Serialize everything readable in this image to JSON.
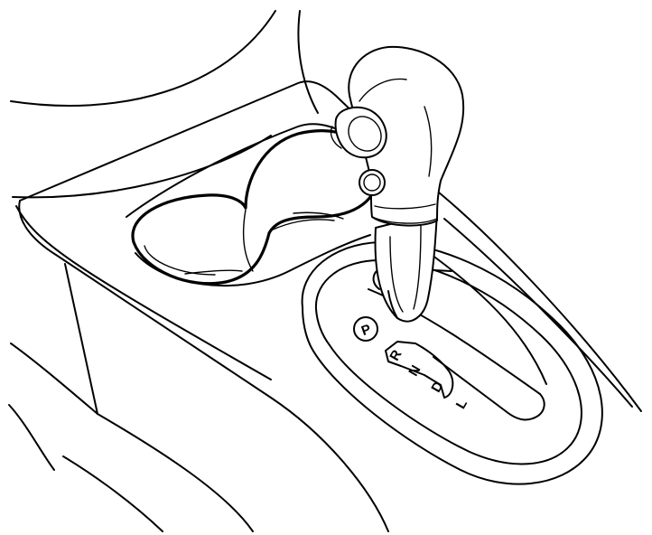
{
  "illustration": {
    "shift_positions": {
      "park": "P",
      "reverse": "R",
      "neutral": "N",
      "drive": "D",
      "low": "L"
    }
  }
}
